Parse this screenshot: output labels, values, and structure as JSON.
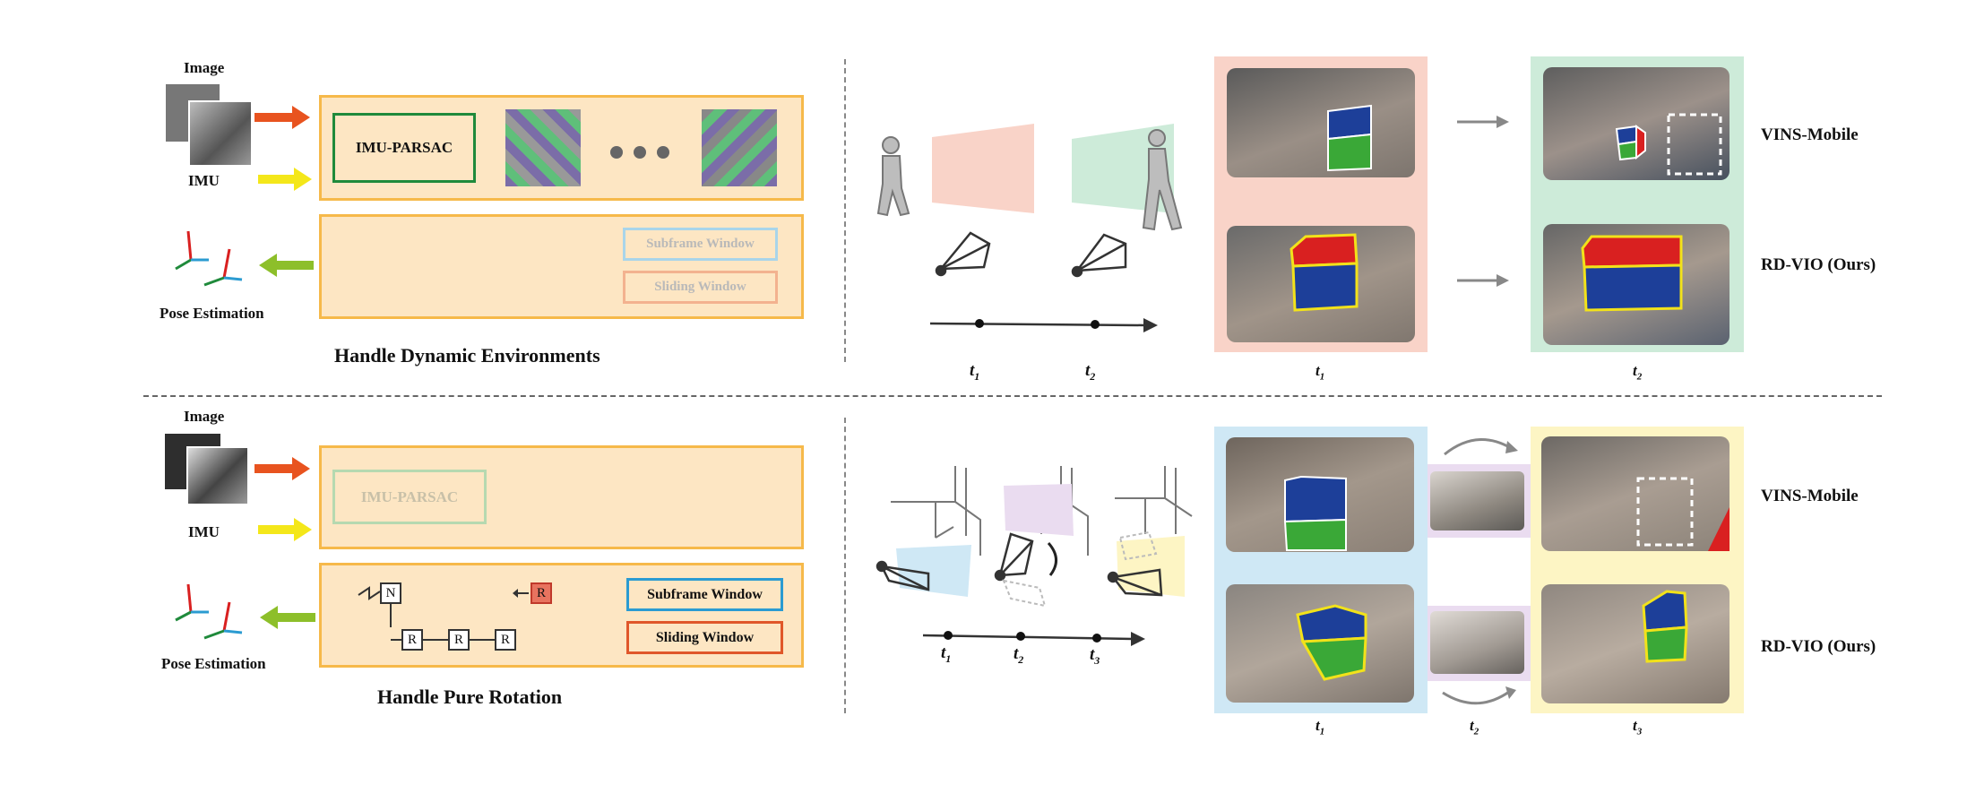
{
  "top": {
    "image_label": "Image",
    "imu_label": "IMU",
    "pose_label": "Pose Estimation",
    "imu_parsac": "IMU-PARSAC",
    "subframe_window": "Subframe Window",
    "sliding_window": "Sliding Window",
    "caption": "Handle Dynamic Environments",
    "t1": "t",
    "t1_sub": "1",
    "t2": "t",
    "t2_sub": "2",
    "photo_t1": "t",
    "photo_t1_sub": "1",
    "photo_t2": "t",
    "photo_t2_sub": "2"
  },
  "bottom": {
    "image_label": "Image",
    "imu_label": "IMU",
    "pose_label": "Pose Estimation",
    "imu_parsac": "IMU-PARSAC",
    "subframe_window": "Subframe Window",
    "sliding_window": "Sliding Window",
    "caption": "Handle Pure Rotation",
    "node_n": "N",
    "node_r": "R",
    "t1": "t",
    "t1_sub": "1",
    "t2": "t",
    "t2_sub": "2",
    "t3": "t",
    "t3_sub": "3",
    "photo_t1": "t",
    "photo_t1_sub": "1",
    "photo_t2": "t",
    "photo_t2_sub": "2",
    "photo_t3": "t",
    "photo_t3_sub": "3"
  },
  "methods": {
    "vins_mobile": "VINS-Mobile",
    "rd_vio": "RD-VIO (Ours)"
  },
  "colors": {
    "panel_fill": "#fde6c3",
    "panel_border": "#f6b94a",
    "arrow_image": "#e8531f",
    "arrow_imu": "#f4e71a",
    "arrow_pose": "#8dbf2a",
    "parsac_border": "#1f8a3b",
    "subframe_border": "#2b9bd1",
    "sliding_border": "#e0572a",
    "bg_pink": "#f9d3c8",
    "bg_green": "#cdebd9",
    "bg_blue": "#cfe8f5",
    "bg_yellow": "#fdf5c4",
    "bg_purple": "#eadcf0",
    "cube_blue": "#1d3f99",
    "cube_green": "#3aa837",
    "cube_red": "#d92020",
    "cube_outline": "#f2e21a"
  }
}
